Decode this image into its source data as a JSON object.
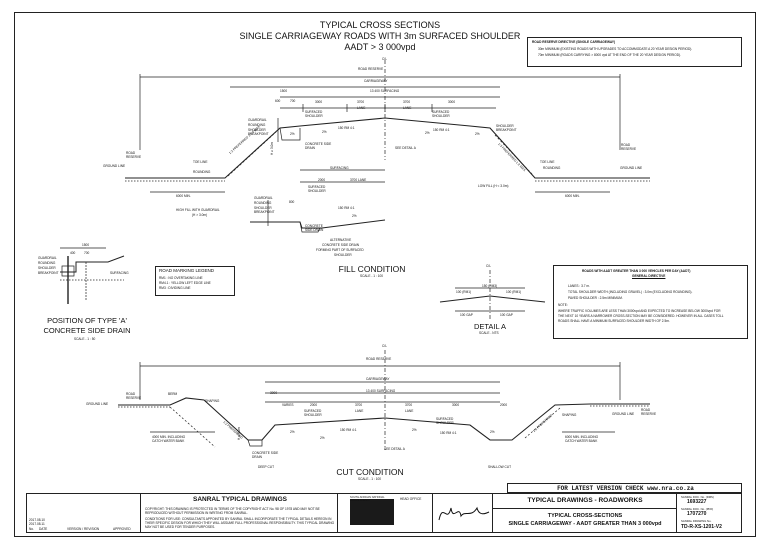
{
  "header": {
    "title_line1": "TYPICAL CROSS SECTIONS",
    "title_line2": "SINGLE CARRIAGEWAY ROADS WITH 3m SURFACED SHOULDER",
    "title_line3": "AADT > 3 000vpd"
  },
  "reserve_note": {
    "heading": "ROAD RESERVE DIRECTIVE (SINGLE CARRIAGEWAY)",
    "line1": "30m MINIMUM (EXISTING ROADS WITH UPGRADES TO ACCOMMODATE A 20 YEAR DESIGN PERIOD).",
    "line2": "70m MINIMUM (ROADS CARRYING > 8000 vpd AT THE END OF THE 20 YEAR DESIGN PERIOD)."
  },
  "fill": {
    "cl": "C/L",
    "road_reserve": "ROAD RESERVE",
    "carriageway": "CARRIAGEWAY",
    "d1500": "1500",
    "d600": "600",
    "d700": "700",
    "surfacing": "13 400 SURFACING",
    "d3000a": "3000",
    "d3700a": "3700",
    "d3700b": "3700",
    "d3000b": "3000",
    "lane_a": "LANE",
    "lane_b": "LANE",
    "surfaced_shoulder_a": "SURFACED SHOULDER",
    "surfaced_shoulder_b": "SURFACED SHOULDER",
    "guardrail": "GUARDRAIL",
    "rounding_a": "ROUNDING",
    "shoulder_breakpoint_a": "SHOULDER BREAKPOINT",
    "shoulder_breakpoint_b": "SHOULDER BREAKPOINT",
    "slope_a": "150 RM 4:1",
    "slope_b": "150 RM 4:1",
    "pct_a": "2%",
    "pct_b": "2%",
    "pct_c": "2%",
    "pct_d": "2%",
    "concrete_side_drain": "CONCRETE SIDE DRAIN",
    "see_detail": "SEE DETAIL A",
    "road_reserve_left": "ROAD RESERVE",
    "road_reserve_right": "ROAD RESERVE",
    "toe_line_a": "TOE LINE",
    "toe_line_b": "TOE LINE",
    "ground_line_a": "GROUND LINE",
    "ground_line_b": "GROUND LINE",
    "rounding_b": "ROUNDING",
    "rounding_c": "ROUNDING",
    "preferred_a": "1:2 PREFERRED 1:1.5 MAX",
    "preferred_b": "1:3 PREFERRED 1:2 MAX",
    "h3m": "H ≥ 3.0m",
    "d6000a": "6000 MIN.",
    "d6000b": "6000 MIN.",
    "low_fill": "LOW FILL (H < 3.0m)",
    "high_fill": "HIGH FILL WITH GUARDRAIL",
    "high_fill_h": "(H > 3.0m)",
    "alt_surfacing": "SURFACING",
    "alt_d2000": "2000",
    "alt_d3700": "3700 LANE",
    "alt_surf_shoulder": "SURFACED SHOULDER",
    "alt_guardrail": "GUARDRAIL",
    "alt_rounding": "ROUNDING",
    "alt_breakpoint": "SHOULDER BREAKPOINT",
    "alt_slope": "150 RM 4:1",
    "alt_pct": "2%",
    "alt_drain": "CONCRETE SIDE DRAIN",
    "alt_d800": "800",
    "alt_caption1": "ALTERNATIVE",
    "alt_caption2": "CONCRETE SIDE DRAIN",
    "alt_caption3": "FORMING PART OF SURFACED",
    "alt_caption4": "SHOULDER",
    "title": "FILL CONDITION",
    "scale": "SCALE - 1 : 100"
  },
  "drain_detail": {
    "d1500": "1500",
    "d400": "400",
    "d700": "700",
    "guardrail": "GUARDRAIL",
    "rounding": "ROUNDING",
    "shoulder": "SHOULDER",
    "breakpoint": "BREAKPOINT",
    "surfacing": "SURFACING",
    "title1": "POSITION OF TYPE 'A'",
    "title2": "CONCRETE SIDE DRAIN",
    "scale": "SCALE - 1 : 50"
  },
  "legend": {
    "heading": "ROAD MARKING LEGEND",
    "item1": "RM1 : NO OVERTAKING LINE",
    "item2": "RM4.1 : YELLOW LEFT EDGE LINE",
    "item3": "RM3 : DIVIDING LINE"
  },
  "detail_a": {
    "cl": "C/L",
    "d100a": "100 (RM1)",
    "d150": "150 (RM3)",
    "d100b": "100 (RM1)",
    "gap_a": "100 GAP",
    "gap_b": "100 GAP",
    "title": "DETAIL A",
    "scale": "SCALE - NTS"
  },
  "aadt_note": {
    "heading": "ROADS WITH AADT GREATER THAN 3 000 VEHICLES PER DAY (AADT)",
    "sub": "GENERAL DIRECTIVE",
    "item1": "LANES : 3.7 m.",
    "item2": "TOTAL SHOULDER WIDTH (INCLUDING GRAVEL) : 3.0m (EXCLUDING ROUNDING).",
    "item3": "PAVED SHOULDER : 2.5m MINIMUM.",
    "note": "NOTE:",
    "note1": "WHERE TRAFFIC VOLUMES ARE LESS THAN 3000vpd AND EXPECTED TO INCREASE BELOW 3000vpd FOR",
    "note2": "THE NEXT 10 YEARS A NARROWER CROSS-SECTION MAY BE CONSIDERED. HOWEVER IN ALL CASES TOLL",
    "note3": "ROADS SHALL HAVE A MINIMUM SURFACED SHOULDER WIDTH OF 2.5m."
  },
  "cut": {
    "cl": "C/L",
    "road_reserve": "ROAD RESERVE",
    "carriageway": "CARRIAGEWAY",
    "surfacing": "13 400 SURFACING",
    "d3000a": "3000",
    "d3700a": "3700",
    "d3700b": "3700",
    "d3000b": "3000",
    "d2000a": "2000",
    "d2000b": "2000",
    "lane_a": "LANE",
    "lane_b": "LANE",
    "surf_shoulder_a": "SURFACED SHOULDER",
    "surf_shoulder_b": "SURFACED SHOULDER",
    "varies": "VARIES",
    "berm": "BERM",
    "shaping_a": "SHAPING",
    "shaping_b": "SHAPING",
    "slope_a": "150 RM 4:1",
    "slope_b": "150 RM 4:1",
    "pct_a": "2%",
    "pct_b": "2%",
    "pct_c": "2%",
    "pct_d": "2%",
    "preferred_a": "1:2 PREFERRED",
    "preferred_b": "1:2 PREFERRED",
    "road_reserve_left": "ROAD RESERVE",
    "road_reserve_right": "ROAD RESERVE",
    "ground_line_a": "GROUND LINE",
    "ground_line_b": "GROUND LINE",
    "mitre_a": "4000 MIN. INCLUDING CATCH WATER BANK",
    "mitre_b": "6000 MIN. INCLUDING CATCH WATER BANK",
    "drain_a": "CONCRETE SIDE DRAIN",
    "see_detail": "SEE DETAIL A",
    "deep_cut": "DEEP CUT",
    "shallow_cut": "SHALLOW CUT",
    "h3m": "H ≥ 3.0m",
    "title": "CUT CONDITION",
    "scale": "SCALE - 1 : 100"
  },
  "version_bar": {
    "text": "FOR LATEST VERSION CHECK www.nra.co.za"
  },
  "title_block": {
    "org": "SANRAL TYPICAL DRAWINGS",
    "copyright": "COPYRIGHT: THIS DRAWING IS PROTECTED IN TERMS OF THE COPYRIGHT ACT No. 98 OF 1978 AND MAY NOT BE REPRODUCED WITHOUT PERMISSION IN WRITING FROM SANRAL.",
    "conditions": "CONDITIONS FOR USE: CONSULTANTS APPOINTED BY SANRAL SHALL INCORPORATE THE TYPICAL DETAILS HEREON IN THEIR SPECIFIC DESIGN FOR WHICH THEY WILL ASSUME FULL PROFESSIONAL RESPONSIBILITY. THIS TYPICAL DRAWING MAY NOT BE USED FOR TENDER PURPOSES.",
    "rev_no": "No.",
    "rev_date": "DATE",
    "rev_version": "VERSION / REVISION",
    "rev_approved": "APPROVED",
    "row1": "2017.08.10",
    "row2": "2017.08.11",
    "head_office": "HEAD OFFICE",
    "logo_text": "SOUTH AFRICAN NATIONAL ROADS AGENCY",
    "main_title": "TYPICAL DRAWINGS - ROADWORKS",
    "sub_title1": "TYPICAL CROSS-SECTIONS",
    "sub_title2": "SINGLE CARRIAGEWAY - AADT GREATER THAN 3 000vpd",
    "doc_no_label": "SANRAL DOC. No. (DMS)",
    "doc_no": "1693227",
    "doc_no2_label": "SANRAL DOC. No. (PDF)",
    "doc_no2": "1707270",
    "drawing_label": "SANRAL DRAWING No.",
    "drawing_no": "TD-R-XS-1201-V2"
  }
}
